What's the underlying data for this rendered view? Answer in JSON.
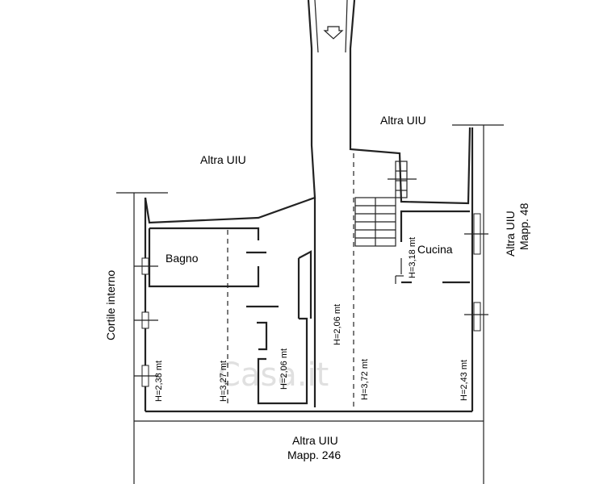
{
  "labels": {
    "altra_uiu_left": "Altra UIU",
    "altra_uiu_top_right": "Altra UIU",
    "altra_uiu_right_line1": "Altra UIU",
    "altra_uiu_right_line2": "Mapp. 48",
    "altra_uiu_bottom_line1": "Altra UIU",
    "altra_uiu_bottom_line2": "Mapp. 246",
    "cortile": "Cortile interno"
  },
  "rooms": {
    "bagno": "Bagno",
    "cucina": "Cucina"
  },
  "heights": {
    "h238": "H=2,38 mt",
    "h327": "H=3,27 mt",
    "h206_small": "H=2,06 mt",
    "h206_corridor": "H=2,06 mt",
    "h372": "H=3,72 mt",
    "h318": "H=3,18 mt",
    "h243": "H=2,43 mt"
  },
  "watermark": "Casa.it",
  "colors": {
    "line": "#222222",
    "background": "#ffffff"
  }
}
